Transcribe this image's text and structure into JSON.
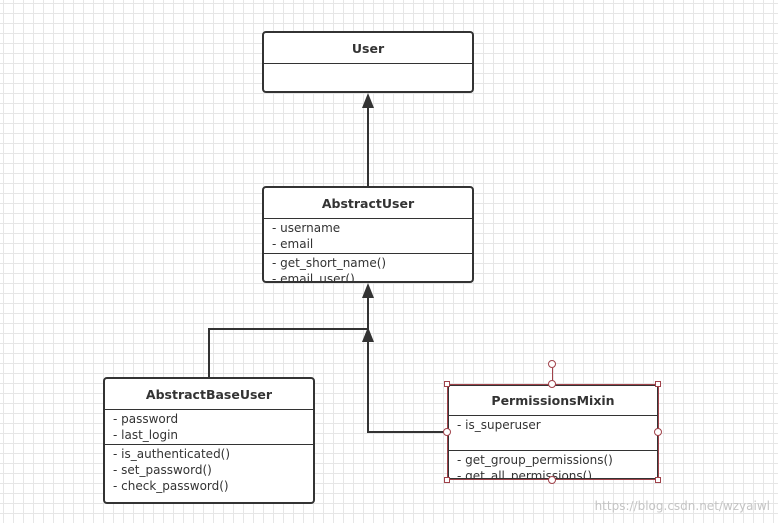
{
  "diagram": {
    "classes": {
      "user": {
        "name": "User",
        "attributes": [],
        "methods": []
      },
      "abstract_user": {
        "name": "AbstractUser",
        "attributes": [
          "- username",
          "- email"
        ],
        "methods": [
          "- get_short_name()",
          "- email_user()"
        ]
      },
      "abstract_base_user": {
        "name": "AbstractBaseUser",
        "attributes": [
          "- password",
          "- last_login"
        ],
        "methods": [
          "- is_authenticated()",
          "- set_password()",
          "- check_password()"
        ]
      },
      "permissions_mixin": {
        "name": "PermissionsMixin",
        "attributes": [
          "- is_superuser"
        ],
        "methods": [
          "- get_group_permissions()",
          "- get_all_permissions()"
        ],
        "selected": true
      }
    },
    "relations": [
      {
        "type": "generalization",
        "from": "AbstractUser",
        "to": "User"
      },
      {
        "type": "generalization",
        "from": "AbstractBaseUser",
        "to": "AbstractUser"
      },
      {
        "type": "generalization",
        "from": "PermissionsMixin",
        "to": "AbstractUser"
      }
    ]
  },
  "watermark": "https://blog.csdn.net/wzyaiwl",
  "colors": {
    "line": "#333333",
    "selection": "#a0424a",
    "grid": "#e6e6e6",
    "watermark": "#c4c4c4"
  }
}
